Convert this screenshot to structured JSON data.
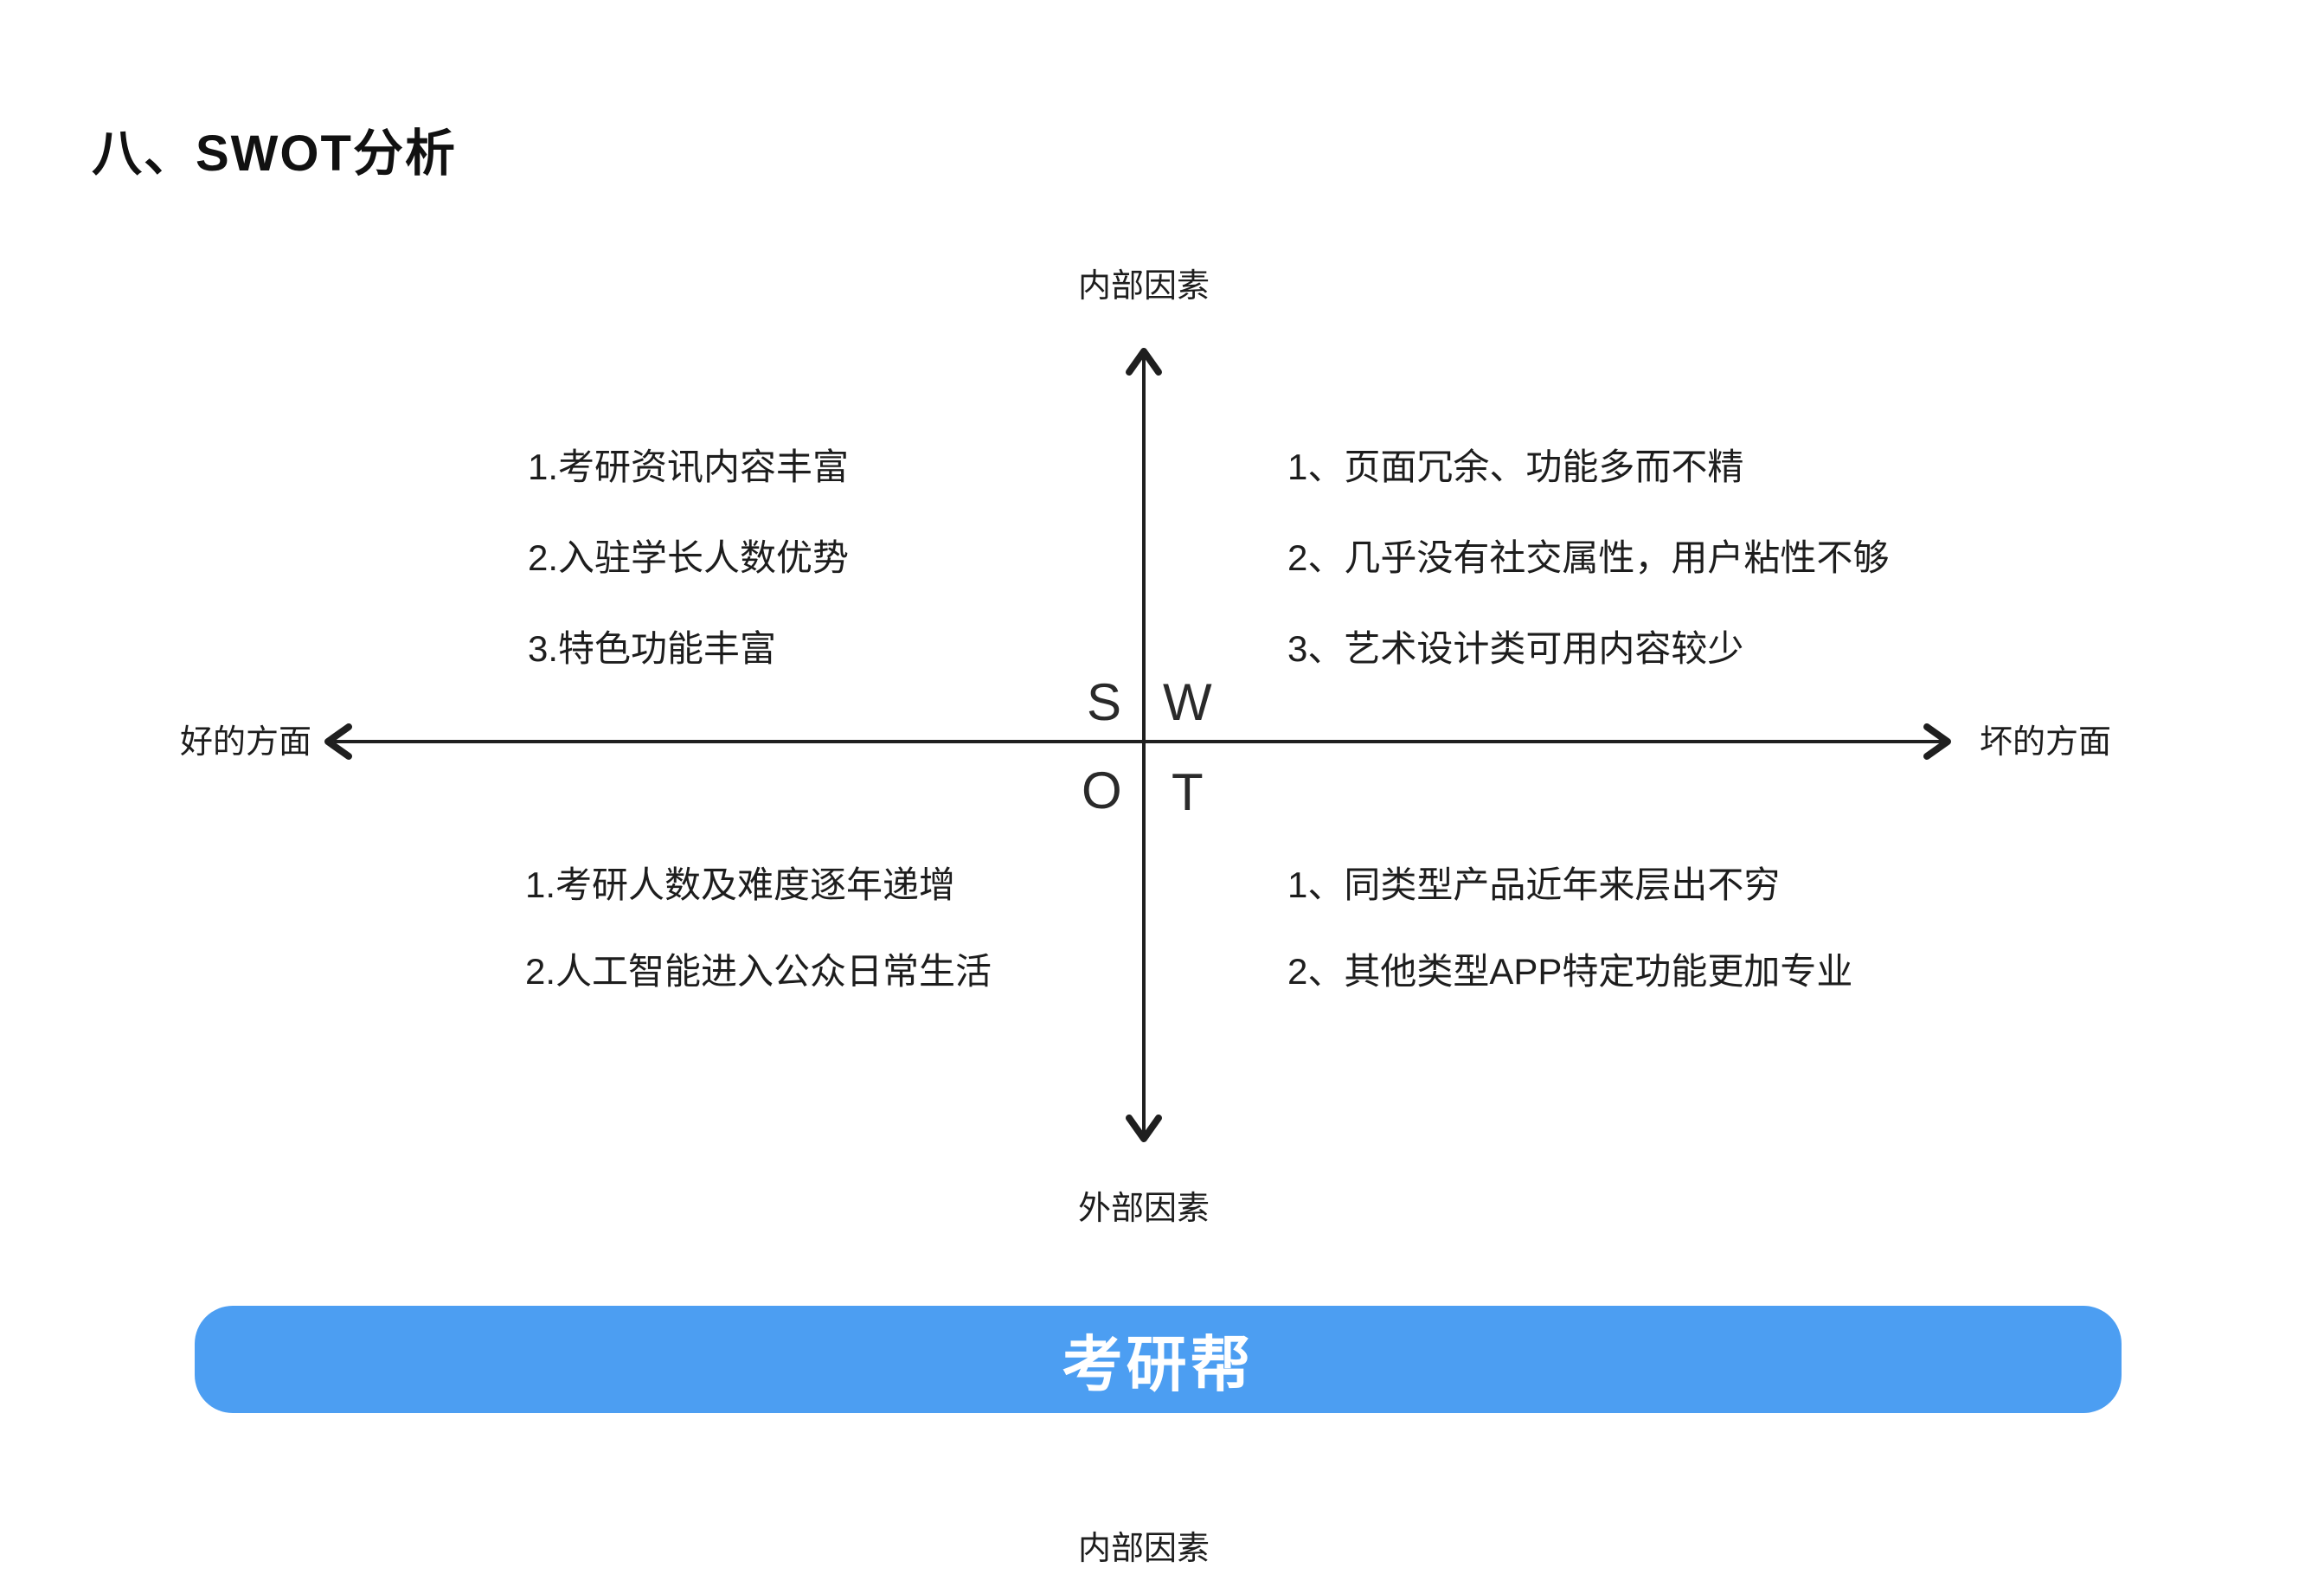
{
  "page": {
    "title": "八、SWOT分析"
  },
  "diagram": {
    "axis": {
      "top_label": "内部因素",
      "bottom_label": "外部因素",
      "left_label": "好的方面",
      "right_label": "坏的方面",
      "line_color": "#1f1f1f"
    },
    "letters": {
      "s": "S",
      "w": "W",
      "o": "O",
      "t": "T"
    },
    "quadrants": {
      "strengths": {
        "items": [
          "1.考研资讯内容丰富",
          "2.入驻学长人数优势",
          "3.特色功能丰富"
        ]
      },
      "weaknesses": {
        "items": [
          "1、页面冗余、功能多而不精",
          "2、几乎没有社交属性，用户粘性不够",
          "3、艺术设计类可用内容较少"
        ]
      },
      "opportunities": {
        "items": [
          "1.考研人数及难度逐年递增",
          "2.人工智能进入公众日常生活"
        ]
      },
      "threats": {
        "items": [
          "1、同类型产品近年来层出不穷",
          "2、其他类型APP特定功能更加专业"
        ]
      }
    }
  },
  "banner": {
    "label": "考研帮",
    "background_color": "#4C9EF2",
    "text_color": "#FFFFFF"
  },
  "next_section": {
    "axis_top_label": "内部因素"
  }
}
